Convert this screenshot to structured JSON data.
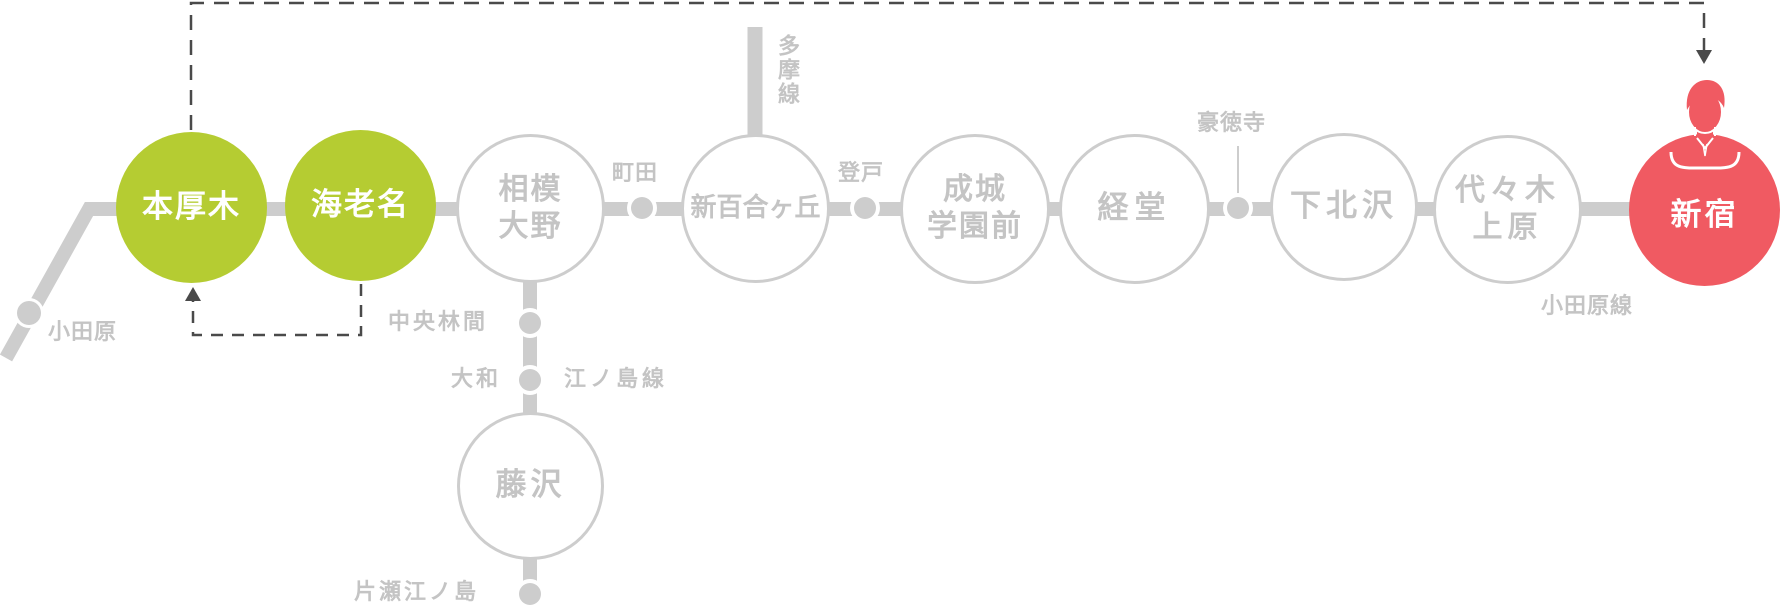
{
  "colors": {
    "line_gray": "#cdcdcd",
    "label_gray": "#c4c4c4",
    "origin_green": "#b5cc32",
    "destination_red": "#f05a62",
    "route_dashed": "#4a4a4a"
  },
  "stations": {
    "hon_atsugi": {
      "label": "本厚木",
      "status": "origin"
    },
    "ebina": {
      "label": "海老名",
      "status": "origin"
    },
    "sagami_ono": {
      "label": "相模\n大野"
    },
    "shin_yurigaoka": {
      "label": "新百合ヶ丘"
    },
    "seijo_gakuen_mae": {
      "label": "成城\n学園前"
    },
    "kyodo": {
      "label": "経堂"
    },
    "shimokitazawa": {
      "label": "下北沢"
    },
    "yoyogi_uehara": {
      "label": "代々木\n上原"
    },
    "shinjuku": {
      "label": "新宿",
      "status": "destination"
    },
    "fujisawa": {
      "label": "藤沢"
    }
  },
  "minor_stations": {
    "odawara": "小田原",
    "machida": "町田",
    "noborito": "登戸",
    "gotokuji": "豪徳寺",
    "chuo_rinkan": "中央林間",
    "yamato": "大和",
    "katase_enoshima": "片瀬江ノ島"
  },
  "lines": {
    "odawara_line": "小田原線",
    "tama_line": "多摩線",
    "enoshima_line": "江ノ島線"
  },
  "icons": {
    "commuter": "person-icon"
  }
}
